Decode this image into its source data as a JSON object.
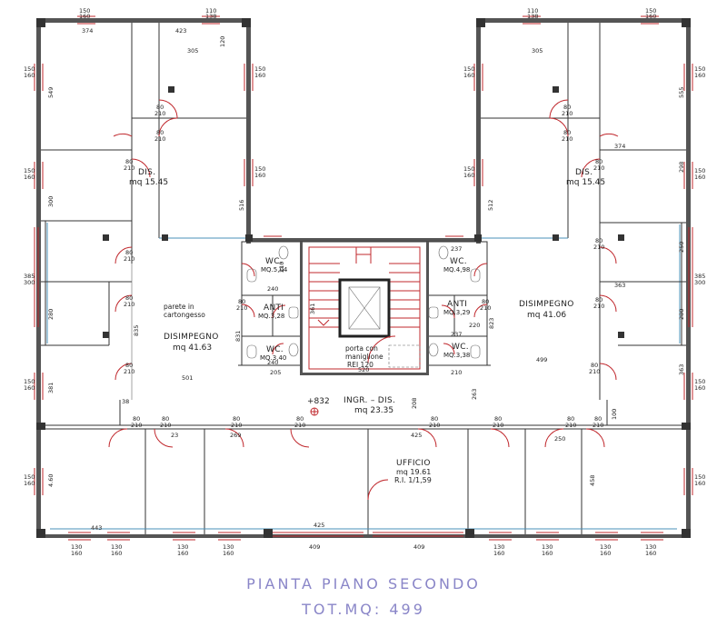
{
  "plan": {
    "title": "PIANTA PIANO SECONDO",
    "total": "TOT.MQ: 499"
  },
  "rooms": {
    "dis_left_name": "DIS.",
    "dis_left_area": "mq 15.45",
    "dis_right_name": "DIS.",
    "dis_right_area": "mq 15.45",
    "disimpegno_left_name": "DISIMPEGNO",
    "disimpegno_left_area": "mq 41.63",
    "disimpegno_right_name": "DISIMPEGNO",
    "disimpegno_right_area": "mq 41.06",
    "wc1_name": "WC.",
    "wc1_area": "MQ.5,04",
    "wc2_name": "WC.",
    "wc2_area": "MQ.4,98",
    "anti1_name": "ANTI",
    "anti1_area": "MQ.3,28",
    "anti2_name": "ANTI",
    "anti2_area": "MQ.3,29",
    "wc3_name": "WC.",
    "wc3_area": "MQ.3,40",
    "wc4_name": "WC.",
    "wc4_area": "MQ.3,38",
    "ingr_name": "INGR. – DIS.",
    "ingr_area": "mq 23.35",
    "ufficio_name": "UFFICIO",
    "ufficio_area": "mq 19.61",
    "ufficio_ri": "R.I.  1/1,59",
    "level": "+832",
    "parete1": "parete in",
    "parete2": "cartongesso",
    "porta1": "porta con",
    "porta2": "maniglione",
    "porta3": "REI  120"
  },
  "dims": {
    "d374a": "374",
    "d423": "423",
    "d120": "120",
    "d305a": "305",
    "d305b": "305",
    "d374b": "374",
    "d549": "549",
    "d555": "555",
    "d300": "300",
    "d516": "516",
    "d512": "512",
    "d298": "298",
    "d250": "250",
    "d363a": "363",
    "d385a": "385",
    "d300b": "300",
    "d385b": "385",
    "d300c": "300",
    "d280a": "280",
    "d280b": "280",
    "d835": "835",
    "d831": "831",
    "d823": "823",
    "d501": "501",
    "d499": "499",
    "d381": "381",
    "d363b": "363",
    "d38": "38",
    "d205": "205",
    "d210a": "210",
    "d520": "520",
    "d208": "208",
    "d263": "263",
    "d237a": "237",
    "d237b": "237",
    "d240a": "240",
    "d240b": "240",
    "d220": "220",
    "d210w": "210",
    "d23": "23",
    "d269": "269",
    "d425a": "425",
    "d425b": "425",
    "d250b": "250",
    "d100": "100",
    "d458": "458",
    "d460": "4.60",
    "d443": "443",
    "d361": "361",
    "d150": "150",
    "d160": "160",
    "d80": "80",
    "d210": "210",
    "d130": "130",
    "d409": "409",
    "d110": "110",
    "d138": "138",
    "d250c": "250"
  }
}
